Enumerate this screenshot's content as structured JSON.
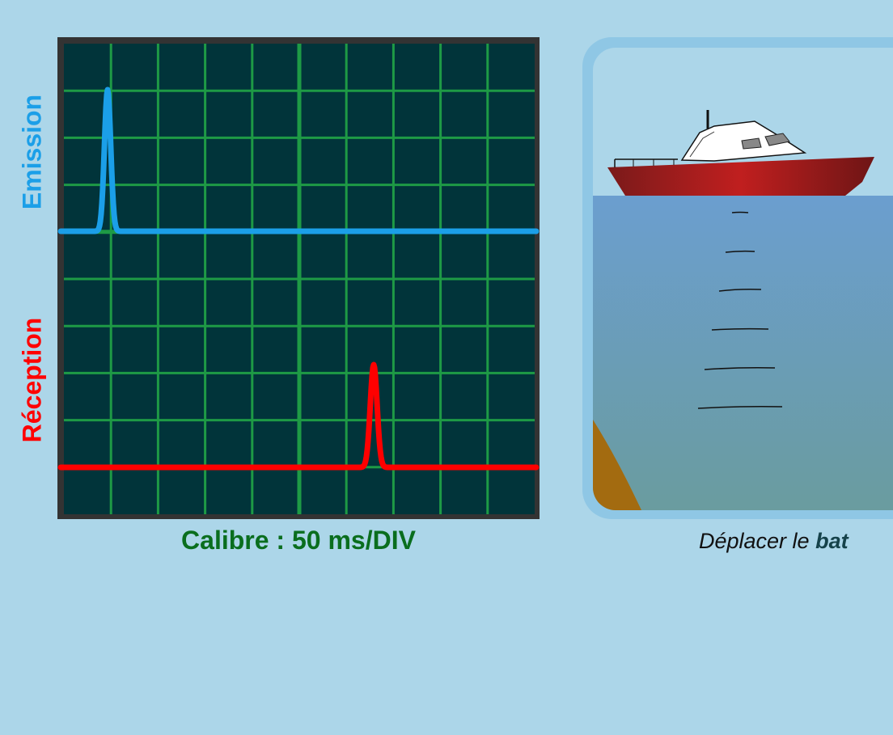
{
  "oscilloscope": {
    "emission_label": "Emission",
    "reception_label": "Réception",
    "calibre_label": "Calibre : 50 ms/DIV"
  },
  "scene": {
    "instruction_prefix": "Déplacer le ",
    "instruction_bold": "bat"
  },
  "colors": {
    "background": "#acd6e9",
    "screen": "#01343a",
    "grid": "#1e9a45",
    "emission": "#1b9fe8",
    "reception": "#ff0000",
    "calibre_text": "#0a6e1e",
    "hull": "#b01c1c",
    "water_top": "#6b9ecf",
    "water_bottom": "#6a9c9f",
    "seabed": "#a36b10"
  },
  "icons": {
    "boat": "boat-icon",
    "sonar": "sonar-wave-icon"
  }
}
